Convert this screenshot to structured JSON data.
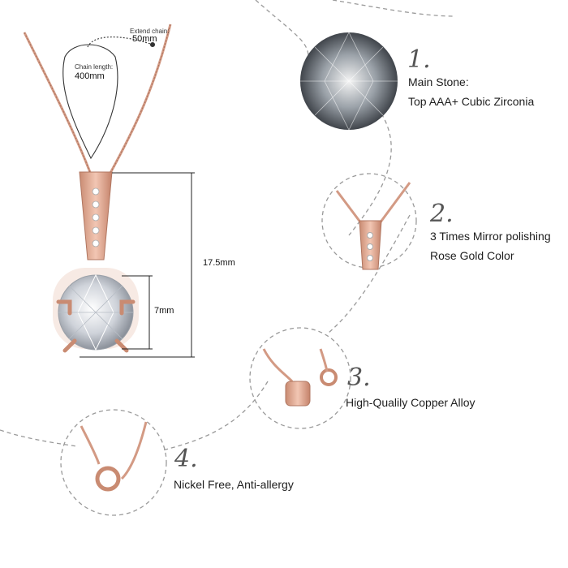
{
  "diagram": {
    "extend_chain_label": "Extend chain:",
    "extend_chain_value": "50mm",
    "chain_length_label": "Chain length:",
    "chain_length_value": "400mm",
    "height_label": "17.5mm",
    "stone_label": "7mm"
  },
  "features": [
    {
      "number": "1.",
      "lines": [
        "Main Stone:",
        "Top AAA+ Cubic Zirconia"
      ]
    },
    {
      "number": "2.",
      "lines": [
        "3 Times Mirror polishing",
        "Rose Gold Color"
      ]
    },
    {
      "number": "3.",
      "lines": [
        "High-Qualily Copper Alloy"
      ]
    },
    {
      "number": "4.",
      "lines": [
        "Nickel Free, Anti-allergy"
      ]
    }
  ],
  "colors": {
    "rose_gold": "#d9997e",
    "dashed_line": "#9a9a9a"
  }
}
